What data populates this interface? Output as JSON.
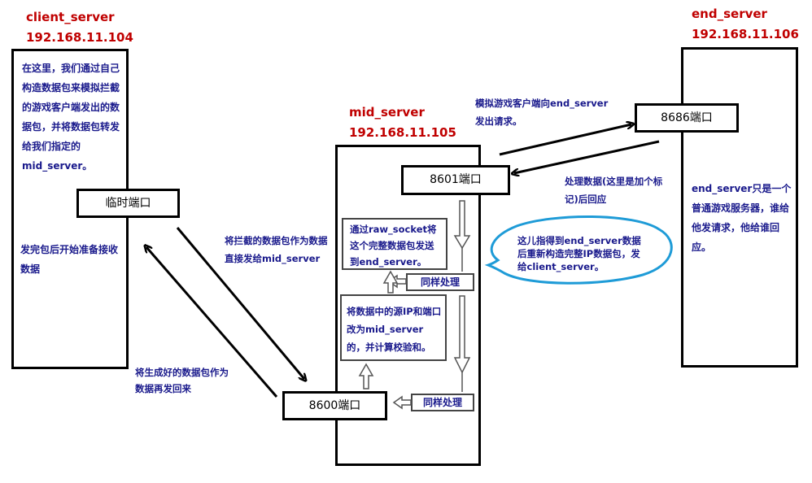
{
  "client": {
    "name": "client_server",
    "ip": "192.168.11.104",
    "desc": "在这里，我们通过自己构造数据包来模拟拦截的游戏客户端发出的数据包，并将数据包转发给我们指定的mid_server。",
    "port_label": "临时端口",
    "desc2": "发完包后开始准备接收数据"
  },
  "mid": {
    "name": "mid_server",
    "ip": "192.168.11.105",
    "port_top": "8601端口",
    "port_bottom": "8600端口",
    "raw_socket_note": "通过raw_socket将这个完整数据包发送到end_server。",
    "rewrite_note": "将数据中的源IP和端口改为mid_server的，并计算校验和。",
    "same_process_1": "同样处理",
    "same_process_2": "同样处理"
  },
  "end": {
    "name": "end_server",
    "ip": "192.168.11.106",
    "port_label": "8686端口",
    "desc": "end_server只是一个普通游戏服务器，谁给他发请求，他给谁回应。"
  },
  "edges": {
    "client_to_mid": "将拦截的数据包作为数据直接发给mid_server",
    "mid_to_client": "将生成好的数据包作为数据再发回来",
    "mid_to_end": "模拟游戏客户端向end_server发出请求。",
    "end_to_mid": "处理数据(这里是加个标记)后回应",
    "callout": "这儿指得到end_server数据后重新构造完整IP数据包，发给client_server。"
  },
  "colors": {
    "title": "#c00000",
    "note": "#1a1a8c",
    "callout_border": "#1e9bd7"
  }
}
